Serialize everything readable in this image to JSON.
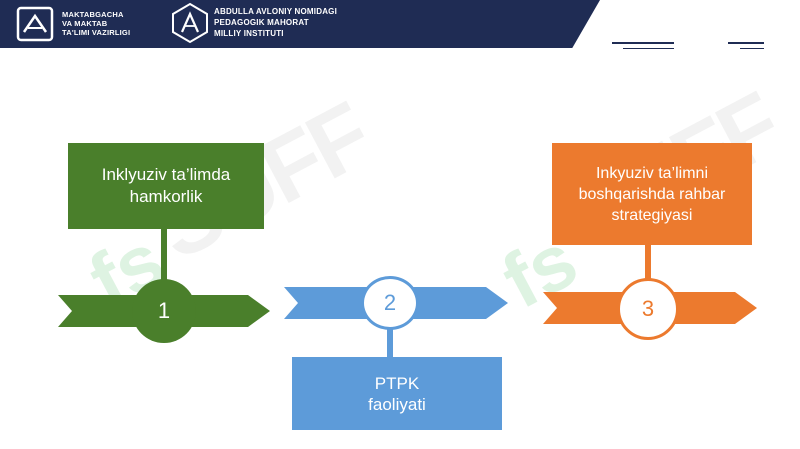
{
  "header": {
    "org1_lines": [
      "MAKTABGACHA",
      "VA MAKTAB",
      "TA'LIMI VAZIRLIGI"
    ],
    "org2_lines": [
      "ABDULLA AVLONIY NOMIDAGI",
      "PEDAGOGIK MAHORAT",
      "MILLIY INSTITUTI"
    ]
  },
  "steps": [
    {
      "number": "1",
      "lines": [
        "Inklyuziv ta’limda",
        "hamkorlik"
      ],
      "color": "#4a7f2b"
    },
    {
      "number": "2",
      "lines": [
        "PTPK",
        "faoliyati"
      ],
      "color": "#5d9bd9"
    },
    {
      "number": "3",
      "lines": [
        "Inkyuziv ta’limni",
        "boshqarishda rahbar",
        "strategiyasi"
      ],
      "color": "#ec7a2e"
    }
  ],
  "watermark": {
    "text": "SUFF",
    "mark": "fs"
  },
  "colors": {
    "header_bg": "#1f2c54",
    "green": "#4a7f2b",
    "blue": "#5d9bd9",
    "orange": "#ec7a2e"
  }
}
